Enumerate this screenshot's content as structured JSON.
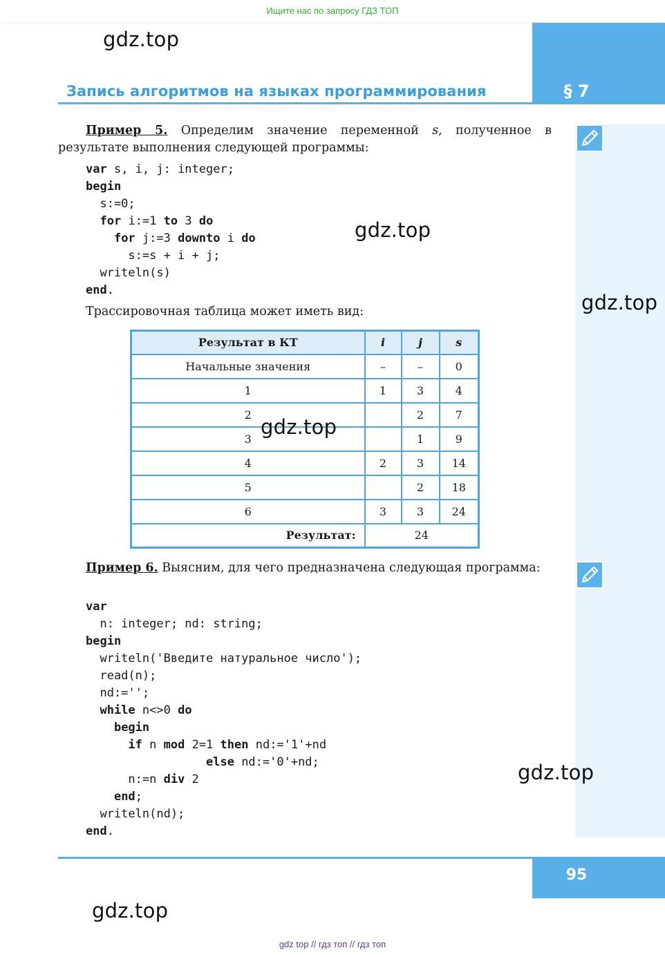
{
  "banner": {
    "text": "Ищите нас по запросу ГДЗ ТОП"
  },
  "watermarks": [
    "gdz.top",
    "gdz.top",
    "gdz.top",
    "gdz.top",
    "gdz.top",
    "gdz.top"
  ],
  "header": {
    "title": "Запись алгоритмов на языках программирования",
    "section": "§ 7"
  },
  "example5": {
    "label": "Пример 5.",
    "text_before": " Определим значение переменной ",
    "var": "s",
    "text_after": ", полученное в результате выполнения следующей программы:",
    "code": {
      "l1_kw": "var",
      "l1": " s, i, j: integer;",
      "l2_kw": "begin",
      "l3": "  s:=0;",
      "l4_a": "  ",
      "l4_kw1": "for",
      "l4_b": " i:=1 ",
      "l4_kw2": "to",
      "l4_c": " 3 ",
      "l4_kw3": "do",
      "l5_a": "    ",
      "l5_kw1": "for",
      "l5_b": " j:=3 ",
      "l5_kw2": "downto",
      "l5_c": " i ",
      "l5_kw3": "do",
      "l6": "      s:=s + i + j;",
      "l7": "  writeln(s)",
      "l8_kw": "end",
      "l8": "."
    },
    "trace_intro": "Трассировочная таблица может иметь вид:"
  },
  "trace_table": {
    "headers": [
      "Результат в КТ",
      "i",
      "j",
      "s"
    ],
    "rows": [
      [
        "Начальные значения",
        "–",
        "–",
        "0"
      ],
      [
        "1",
        "1",
        "3",
        "4"
      ],
      [
        "2",
        "",
        "2",
        "7"
      ],
      [
        "3",
        "",
        "1",
        "9"
      ],
      [
        "4",
        "2",
        "3",
        "14"
      ],
      [
        "5",
        "",
        "2",
        "18"
      ],
      [
        "6",
        "3",
        "3",
        "24"
      ]
    ],
    "result_label": "Результат:",
    "result_value": "24"
  },
  "example6": {
    "label": "Пример 6.",
    "text": " Выясним, для чего предназначена следующая программа:",
    "code": {
      "l1_kw": "var",
      "l2": "  n: integer; nd: string;",
      "l3_kw": "begin",
      "l4": "  writeln('Введите натуральное число');",
      "l5": "  read(n);",
      "l6": "  nd:='';",
      "l7_a": "  ",
      "l7_kw1": "while",
      "l7_b": " n<>0 ",
      "l7_kw2": "do",
      "l8_a": "    ",
      "l8_kw": "begin",
      "l9_a": "      ",
      "l9_kw1": "if",
      "l9_b": " n ",
      "l9_kw2": "mod",
      "l9_c": " 2=1 ",
      "l9_kw3": "then",
      "l9_d": " nd:='1'+nd",
      "l10_a": "                 ",
      "l10_kw": "else",
      "l10_b": " nd:='0'+nd;",
      "l11_a": "      n:=n ",
      "l11_kw": "div",
      "l11_b": " 2",
      "l12_a": "    ",
      "l12_kw": "end",
      "l12_b": ";",
      "l13": "  writeln(nd);",
      "l14_kw": "end",
      "l14": "."
    }
  },
  "footer": {
    "page_number": "95",
    "links": "gdz top  //  гдз топ  //  гдз топ"
  },
  "icons": {
    "example_marker": "pencil-icon"
  },
  "colors": {
    "accent": "#59b0e8",
    "title": "#3a9fdc",
    "strip": "#e8f4fc",
    "banner": "#2fb52f"
  }
}
